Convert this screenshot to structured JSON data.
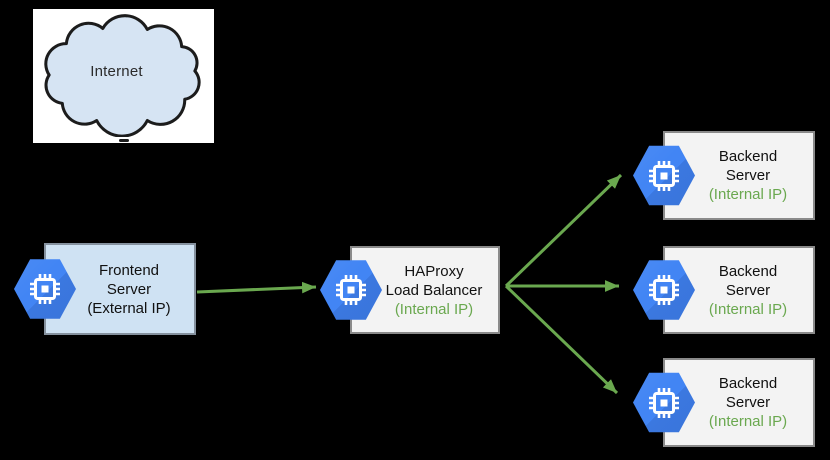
{
  "cloud": {
    "label": "Internet"
  },
  "nodes": {
    "frontend": {
      "line1": "Frontend",
      "line2": "Server",
      "ip": "(External IP)"
    },
    "load_balancer": {
      "line1": "HAProxy",
      "line2": "Load Balancer",
      "ip": "(Internal IP)"
    },
    "backends": [
      {
        "line1": "Backend",
        "line2": "Server",
        "ip": "(Internal IP)"
      },
      {
        "line1": "Backend",
        "line2": "Server",
        "ip": "(Internal IP)"
      },
      {
        "line1": "Backend",
        "line2": "Server",
        "ip": "(Internal IP)"
      }
    ]
  },
  "connections": [
    {
      "from": "frontend-server",
      "to": "haproxy-load-balancer"
    },
    {
      "from": "haproxy-load-balancer",
      "to": "backend-server-1"
    },
    {
      "from": "haproxy-load-balancer",
      "to": "backend-server-2"
    },
    {
      "from": "haproxy-load-balancer",
      "to": "backend-server-3"
    }
  ],
  "icons": {
    "node_icon": "compute-engine-hexagon-chip-icon",
    "internet_icon": "cloud-icon"
  },
  "colors": {
    "background": "#000000",
    "arrow_green": "#6aa84f",
    "ip_green": "#6aa84f",
    "hexagon_blue": "#4285f4",
    "frontend_fill": "#cfe2f3",
    "server_fill": "#f3f3f3",
    "cloud_fill": "#d6e4f3",
    "cloud_outline": "#1c1c1c"
  }
}
